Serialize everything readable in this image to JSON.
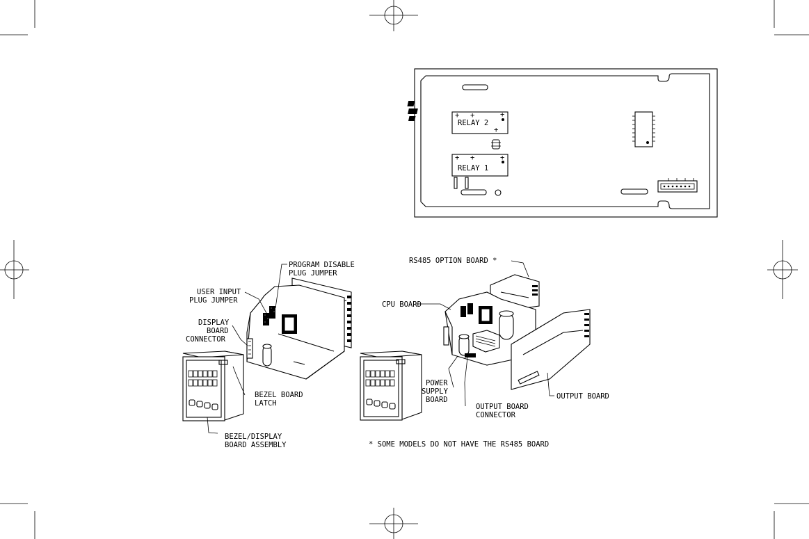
{
  "relay_board": {
    "relay2_label": "RELAY 2",
    "relay1_label": "RELAY 1"
  },
  "callouts": {
    "program_disable_line1": "PROGRAM DISABLE",
    "program_disable_line2": "PLUG JUMPER",
    "user_input_line1": "USER INPUT",
    "user_input_line2": "PLUG JUMPER",
    "display_board_line1": "DISPLAY",
    "display_board_line2": "BOARD",
    "display_board_line3": "CONNECTOR",
    "bezel_latch_line1": "BEZEL BOARD",
    "bezel_latch_line2": "LATCH",
    "bezel_assembly_line1": "BEZEL/DISPLAY",
    "bezel_assembly_line2": "BOARD ASSEMBLY",
    "rs485_option": "RS485 OPTION BOARD *",
    "cpu_board": "CPU BOARD",
    "power_supply_line1": "POWER",
    "power_supply_line2": "SUPPLY",
    "power_supply_line3": "BOARD",
    "output_connector_line1": "OUTPUT BOARD",
    "output_connector_line2": "CONNECTOR",
    "output_board": "OUTPUT BOARD"
  },
  "footnote": "* SOME MODELS DO NOT HAVE THE RS485 BOARD"
}
